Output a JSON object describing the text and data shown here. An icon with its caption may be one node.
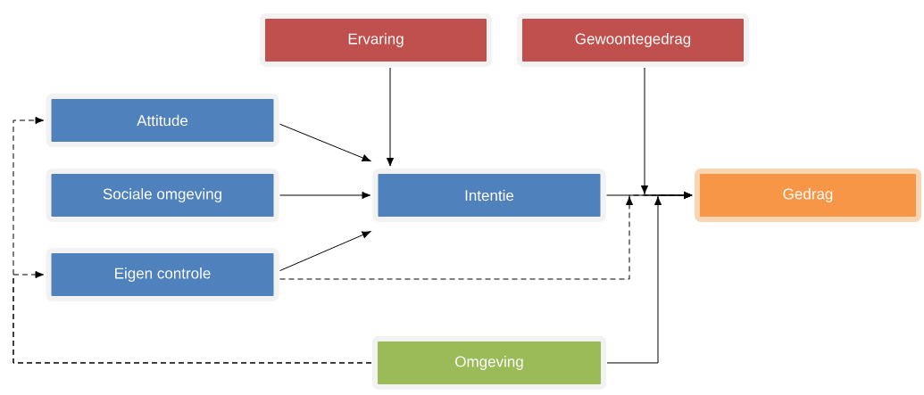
{
  "diagram": {
    "nodes": [
      {
        "text": [
          "Ervaring"
        ]
      },
      {
        "text": [
          "Gewoontegedrag"
        ]
      },
      {
        "text": [
          "Attitude"
        ]
      },
      {
        "text": [
          "Sociale omgeving"
        ]
      },
      {
        "text": [
          "Eigen controle"
        ]
      },
      {
        "text": [
          "Intentie"
        ]
      },
      {
        "text": [
          "Gedrag"
        ]
      },
      {
        "text": [
          "Omgeving"
        ]
      }
    ],
    "edges": [
      {
        "from": 2,
        "to": 5,
        "arrow": "to"
      },
      {
        "from": 3,
        "to": 5,
        "arrow": "to"
      },
      {
        "from": 4,
        "to": 5,
        "arrow": "to"
      },
      {
        "from": 0,
        "to": 5,
        "arrow": "to"
      },
      {
        "from": 5,
        "to": 6,
        "arrow": "to"
      },
      {
        "from": 1,
        "to": 6,
        "arrow": "to"
      },
      {
        "from": 4,
        "to": 6,
        "arrow": "to",
        "style": "dashed"
      },
      {
        "from": 7,
        "to": 6,
        "arrow": "to"
      },
      {
        "from": 7,
        "to": 2,
        "arrow": "to",
        "style": "dashed"
      },
      {
        "from": 7,
        "to": 4,
        "arrow": "to",
        "style": "dashed"
      }
    ]
  }
}
